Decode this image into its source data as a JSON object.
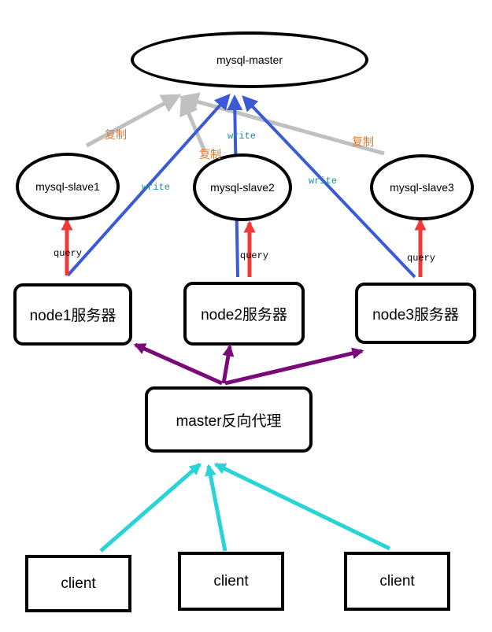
{
  "master": {
    "label": "mysql-master"
  },
  "slaves": [
    {
      "label": "mysql-slave1"
    },
    {
      "label": "mysql-slave2"
    },
    {
      "label": "mysql-slave3"
    }
  ],
  "nodes": [
    {
      "label": "node1服务器"
    },
    {
      "label": "node2服务器"
    },
    {
      "label": "node3服务器"
    }
  ],
  "proxy": {
    "label": "master反向代理"
  },
  "clients": [
    {
      "label": "client"
    },
    {
      "label": "client"
    },
    {
      "label": "client"
    }
  ],
  "edge_labels": {
    "copy": "复制",
    "write": "write",
    "query": "query"
  },
  "colors": {
    "copy_arrow": "#c0c0c0",
    "write_arrow": "#3b5bd6",
    "query_arrow": "#f03a3a",
    "proxy_arrow": "#7a0a7a",
    "client_arrow": "#29d3d6"
  }
}
